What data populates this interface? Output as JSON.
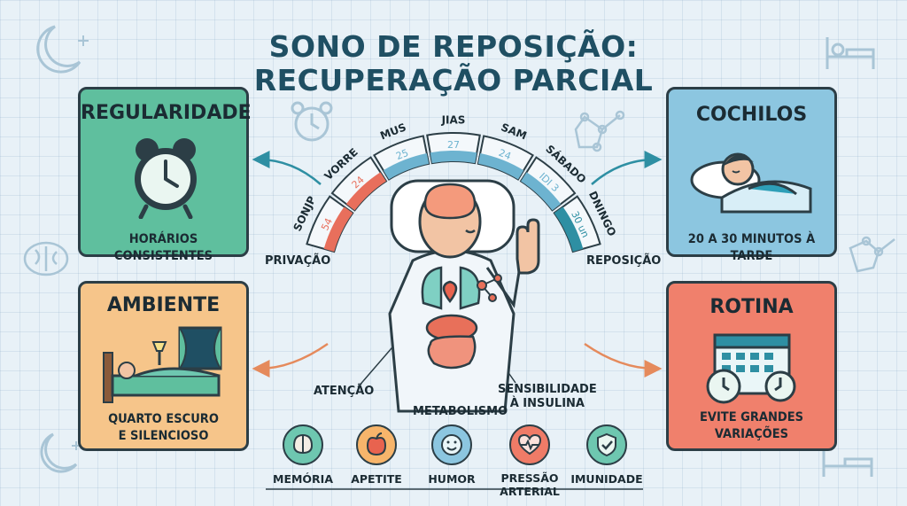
{
  "title": {
    "line1": "SONO DE REPOSIÇÃO:",
    "line2": "RECUPERAÇÃO PARCIAL"
  },
  "cards": {
    "regularidade": {
      "title": "REGULARIDADE",
      "subtitle": "HORÁRIOS CONSISTENTES",
      "color": "#5fbf9e"
    },
    "cochilos": {
      "title": "COCHILOS",
      "subtitle": "20 A 30 MINUTOS À TARDE",
      "color": "#8cc6e0"
    },
    "ambiente": {
      "title": "AMBIENTE",
      "subtitle_lines": [
        "QUARTO ESCURO",
        "E SILENCIOSO"
      ],
      "color": "#f6c58a"
    },
    "rotina": {
      "title": "ROTINA",
      "subtitle_lines": [
        "EVITE GRANDES",
        "VARIAÇÕES"
      ],
      "color": "#f0806c"
    }
  },
  "dial": {
    "segments": [
      {
        "name": "SONJP",
        "value": "54",
        "color": "#e86f5c"
      },
      {
        "name": "VORRE",
        "value": "24",
        "color": "#e86f5c"
      },
      {
        "name": "MUS",
        "value": "25",
        "color": "#6db3d0"
      },
      {
        "name": "JIAS",
        "value": "27",
        "color": "#6db3d0"
      },
      {
        "name": "SAM",
        "value": "24",
        "color": "#6db3d0"
      },
      {
        "name": "SÁBADO",
        "value": "IDI 3",
        "color": "#6db3d0"
      },
      {
        "name": "DNINGO",
        "value": "30 un",
        "color": "#2e8fa3"
      }
    ],
    "left_label": "PRIVAÇÃO",
    "right_label": "REPOSIÇÃO"
  },
  "body_labels": {
    "atencao": "ATENÇÃO",
    "metabolismo": "METABOLISMO",
    "sensibilidade_lines": [
      "SENSIBILIDADE",
      "À INSULINA"
    ]
  },
  "benefits": [
    {
      "label_lines": [
        "MEMÓRIA"
      ],
      "icon": "brain-icon",
      "color": "#6ec7b0"
    },
    {
      "label_lines": [
        "APETITE"
      ],
      "icon": "apple-icon",
      "color": "#f7b56b"
    },
    {
      "label_lines": [
        "HUMOR"
      ],
      "icon": "smiley-icon",
      "color": "#8cc6e0"
    },
    {
      "label_lines": [
        "PRESSÃO",
        "ARTERIAL"
      ],
      "icon": "heart-pulse-icon",
      "color": "#ef7b67"
    },
    {
      "label_lines": [
        "IMUNIDADE"
      ],
      "icon": "shield-check-icon",
      "color": "#6ec7b0"
    }
  ]
}
